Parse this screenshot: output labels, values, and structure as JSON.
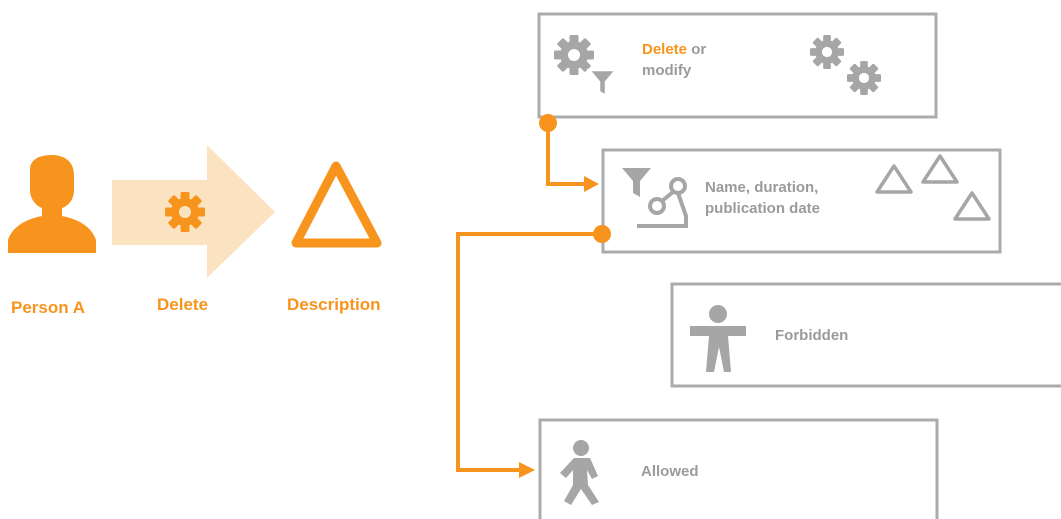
{
  "colors": {
    "accent": "#F7941D",
    "accent_light": "#FBE3C2",
    "muted": "#A6A6A6",
    "box_border": "#ABABAB"
  },
  "actor": {
    "person_label": "Person A",
    "action_label": "Delete",
    "object_label": "Description"
  },
  "boxes": {
    "modify": {
      "highlight": "Delete",
      "text_rest": " or",
      "line2": "modify"
    },
    "attributes": {
      "line1": "Name, duration,",
      "line2": "publication date"
    },
    "forbidden": {
      "label": "Forbidden"
    },
    "allowed": {
      "label": "Allowed"
    }
  },
  "icons": [
    "person-icon",
    "arrow-icon",
    "gear-icon",
    "triangle-icon",
    "gear-filter-icon",
    "gears-icon",
    "filter-network-icon",
    "triangles-icon",
    "forbidden-figure-icon",
    "allowed-figure-icon"
  ]
}
